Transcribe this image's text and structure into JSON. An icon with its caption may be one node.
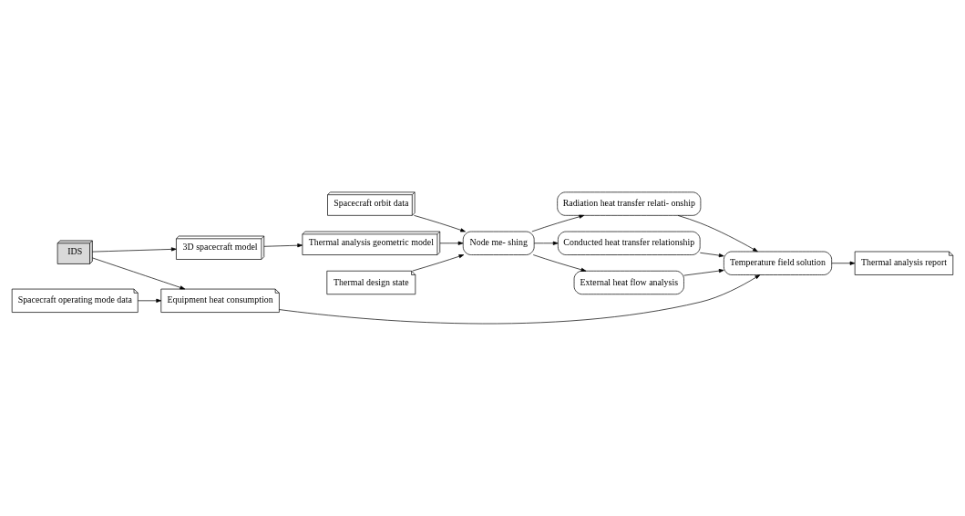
{
  "diagram": {
    "nodes": [
      {
        "text": [
          "Spacecraft orbit data"
        ]
      },
      {
        "text": [
          "Thermal design state"
        ]
      },
      {
        "text": [
          "3D spacecraft model"
        ]
      },
      {
        "text": [
          "Thermal analysis geometric model"
        ]
      },
      {
        "text": [
          "Node me- shing"
        ]
      },
      {
        "text": [
          "Radiation heat transfer relati- onship"
        ]
      },
      {
        "text": [
          "Conducted heat transfer relationship"
        ]
      },
      {
        "text": [
          "External heat flow analysis"
        ]
      },
      {
        "text": [
          "Temperature field solution"
        ]
      },
      {
        "text": [
          "Thermal analysis report"
        ]
      },
      {
        "text": [
          "IDS"
        ]
      },
      {
        "text": [
          "Equipment heat consumption"
        ]
      },
      {
        "text": [
          "Spacecraft operating mode data"
        ]
      }
    ],
    "edges": [
      {
        "from": 2,
        "to": 3,
        "arrow": "to"
      },
      {
        "from": 0,
        "to": 4,
        "arrow": "to"
      },
      {
        "from": 1,
        "to": 4,
        "arrow": "to"
      },
      {
        "from": 3,
        "to": 4,
        "arrow": "to"
      },
      {
        "from": 4,
        "to": 5,
        "arrow": "to"
      },
      {
        "from": 4,
        "to": 6,
        "arrow": "to"
      },
      {
        "from": 4,
        "to": 7,
        "arrow": "to"
      },
      {
        "from": 5,
        "to": 8,
        "arrow": "to"
      },
      {
        "from": 6,
        "to": 8,
        "arrow": "to"
      },
      {
        "from": 7,
        "to": 8,
        "arrow": "to"
      },
      {
        "from": 8,
        "to": 9,
        "arrow": "to"
      },
      {
        "from": 10,
        "to": 2,
        "arrow": "to"
      },
      {
        "from": 10,
        "to": 11,
        "arrow": "to"
      },
      {
        "from": 12,
        "to": 11,
        "arrow": "to"
      },
      {
        "from": 11,
        "to": 8,
        "arrow": "to"
      }
    ]
  }
}
